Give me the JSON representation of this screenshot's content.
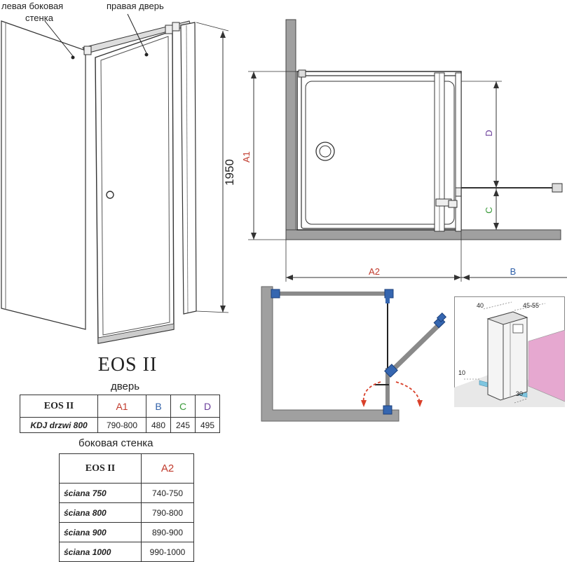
{
  "labels": {
    "left_wall": [
      "левая боковая",
      "стенка"
    ],
    "right_door": "правая дверь",
    "height": "1950",
    "A1": "A1",
    "A2": "A2",
    "B": "B",
    "C": "C",
    "D": "D",
    "detail_40": "40",
    "detail_45_55": "45-55",
    "detail_10": "10",
    "detail_30": "30"
  },
  "title": "EOS II",
  "door_table": {
    "caption": "дверь",
    "headers": [
      "EOS II",
      "A1",
      "B",
      "C",
      "D"
    ],
    "rows": [
      [
        "KDJ drzwi 800",
        "790-800",
        "480",
        "245",
        "495"
      ]
    ]
  },
  "wall_table": {
    "caption": "боковая стенка",
    "headers": [
      "EOS II",
      "A2"
    ],
    "rows": [
      [
        "ściana 750",
        "740-750"
      ],
      [
        "ściana 800",
        "790-800"
      ],
      [
        "ściana 900",
        "890-900"
      ],
      [
        "ściana 1000",
        "990-1000"
      ]
    ]
  },
  "colors": {
    "A1": "#c0392b",
    "A2": "#c0392b",
    "B": "#2e5fa8",
    "C": "#3a9a3a",
    "D": "#6a3d9a",
    "wall_gray": "#a0a0a0",
    "blue_hinge": "#3566b0",
    "pink": "#e6a8d0",
    "swing_arrow": "#d9402a"
  }
}
